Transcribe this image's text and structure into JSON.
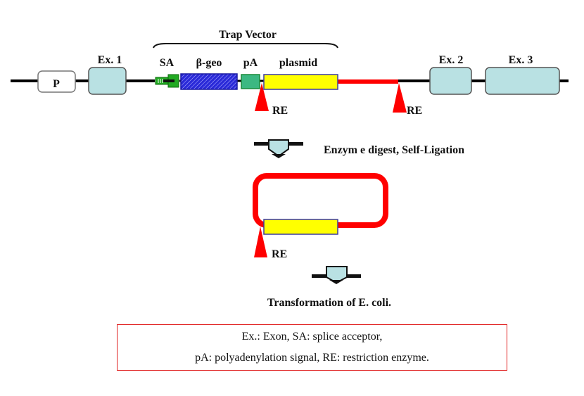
{
  "diagram": {
    "title_bracket": "Trap Vector",
    "genomic_elements": {
      "promoter": "P",
      "exon1": "Ex. 1",
      "exon2": "Ex. 2",
      "exon3": "Ex. 3"
    },
    "vector_elements": {
      "sa": "SA",
      "bgeo": "β-geo",
      "pa": "pA",
      "plasmid": "plasmid"
    },
    "re_label": "RE",
    "steps": {
      "step1": "Enzym e digest, Self-Ligation",
      "step2": "Transformation of E. coli."
    },
    "legend": {
      "line1": "Ex.: Exon, SA: splice acceptor,",
      "line2": "pA: polyadenylation signal, RE: restriction enzyme."
    },
    "colors": {
      "exon_fill": "#b9e1e3",
      "bgeo_fill": "#2a2ad8",
      "pa_fill": "#3cb882",
      "plasmid_fill": "#ffff00",
      "flank_red": "#ff0000",
      "sa_green": "#22aa22"
    }
  }
}
